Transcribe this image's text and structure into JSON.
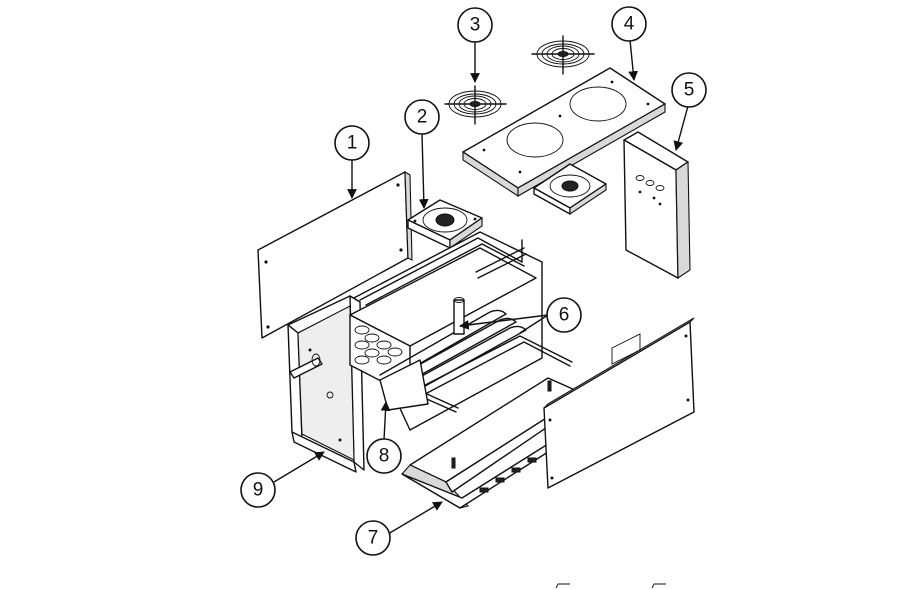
{
  "callouts": {
    "c1": "1",
    "c2": "2",
    "c3": "3",
    "c4": "4",
    "c5": "5",
    "c6": "6",
    "c7": "7",
    "c8": "8",
    "c9": "9"
  },
  "colors": {
    "line": "#111111",
    "background": "#ffffff",
    "shade": "#d9d9d9"
  }
}
